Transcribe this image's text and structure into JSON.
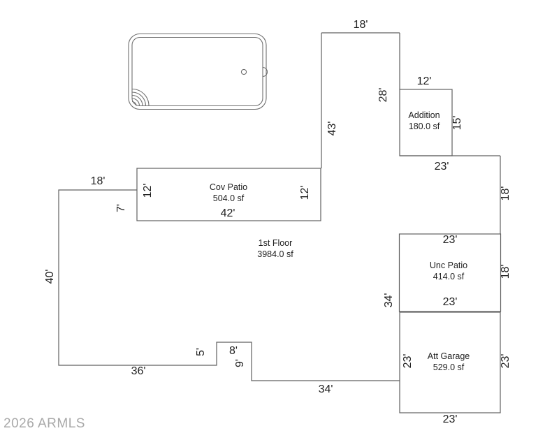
{
  "watermark": "2026 ARMLS",
  "rooms": {
    "cov_patio": {
      "name": "Cov Patio",
      "area": "504.0 sf"
    },
    "first_floor": {
      "name": "1st Floor",
      "area": "3984.0 sf"
    },
    "addition": {
      "name": "Addition",
      "area": "180.0 sf"
    },
    "unc_patio": {
      "name": "Unc Patio",
      "area": "414.0 sf"
    },
    "att_garage": {
      "name": "Att Garage",
      "area": "529.0 sf"
    }
  },
  "dims": {
    "top_width": "18'",
    "stem_left": "43'",
    "stem_right": "28'",
    "addition_top": "12'",
    "addition_right": "15'",
    "addition_bottom": "23'",
    "east_upper": "18'",
    "unc_patio_top": "23'",
    "unc_patio_right": "18'",
    "unc_patio_bottom": "23'",
    "unc_patio_left": "34'",
    "garage_left": "23'",
    "garage_right": "23'",
    "garage_bottom": "23'",
    "west_top": "18'",
    "west_left": "40'",
    "west_bottom": "36'",
    "notch_up": "5'",
    "notch_across": "8'",
    "notch_down": "9'",
    "south_middle": "34'",
    "cov_patio_left": "12'",
    "cov_patio_right": "12'",
    "cov_patio_bottom": "42'",
    "cov_patio_outer_left": "7'"
  },
  "colors": {
    "plan_line": "#606060",
    "pool_line": "#6e6e6e",
    "text": "#1f1f1f",
    "watermark": "#a9a9a9"
  }
}
